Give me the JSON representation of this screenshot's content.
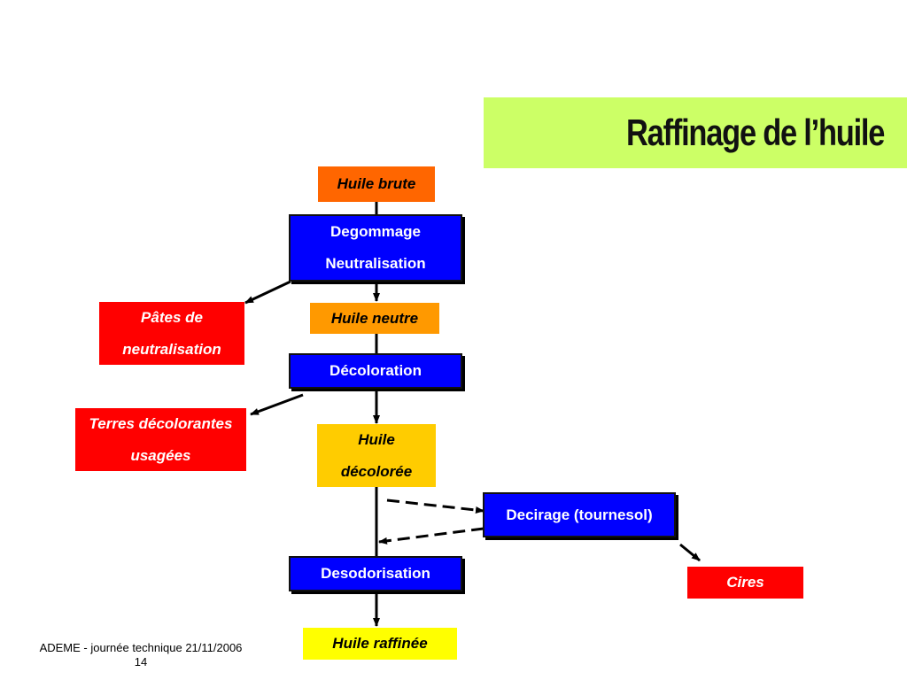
{
  "slide": {
    "title": "Raffinage de l’huile",
    "footer": {
      "line1": "ADEME - journée technique 21/11/2006",
      "line2": "14"
    }
  },
  "flow": {
    "raw_oil": "Huile brute",
    "step_degumming": {
      "line1": "Degommage",
      "line2": "Neutralisation"
    },
    "neutral_oil": "Huile neutre",
    "step_bleaching": "Décoloration",
    "bleached_oil": {
      "line1": "Huile",
      "line2": "décolorée"
    },
    "step_dewaxing": "Decirage (tournesol)",
    "step_deodorization": "Desodorisation",
    "refined_oil": "Huile raffinée"
  },
  "byproducts": {
    "soapstock": {
      "line1": "Pâtes de",
      "line2": "neutralisation"
    },
    "spent_earth": {
      "line1": "Terres décolorantes",
      "line2": "usagées"
    },
    "waxes": "Cires"
  },
  "colors": {
    "title_band": "#ccff66",
    "raw_oil": "#ff6600",
    "neutral_oil": "#ff9900",
    "bleached_oil": "#ffcc00",
    "refined_oil": "#ffff00",
    "process": "#0000ff",
    "byproduct": "#ff0000"
  }
}
